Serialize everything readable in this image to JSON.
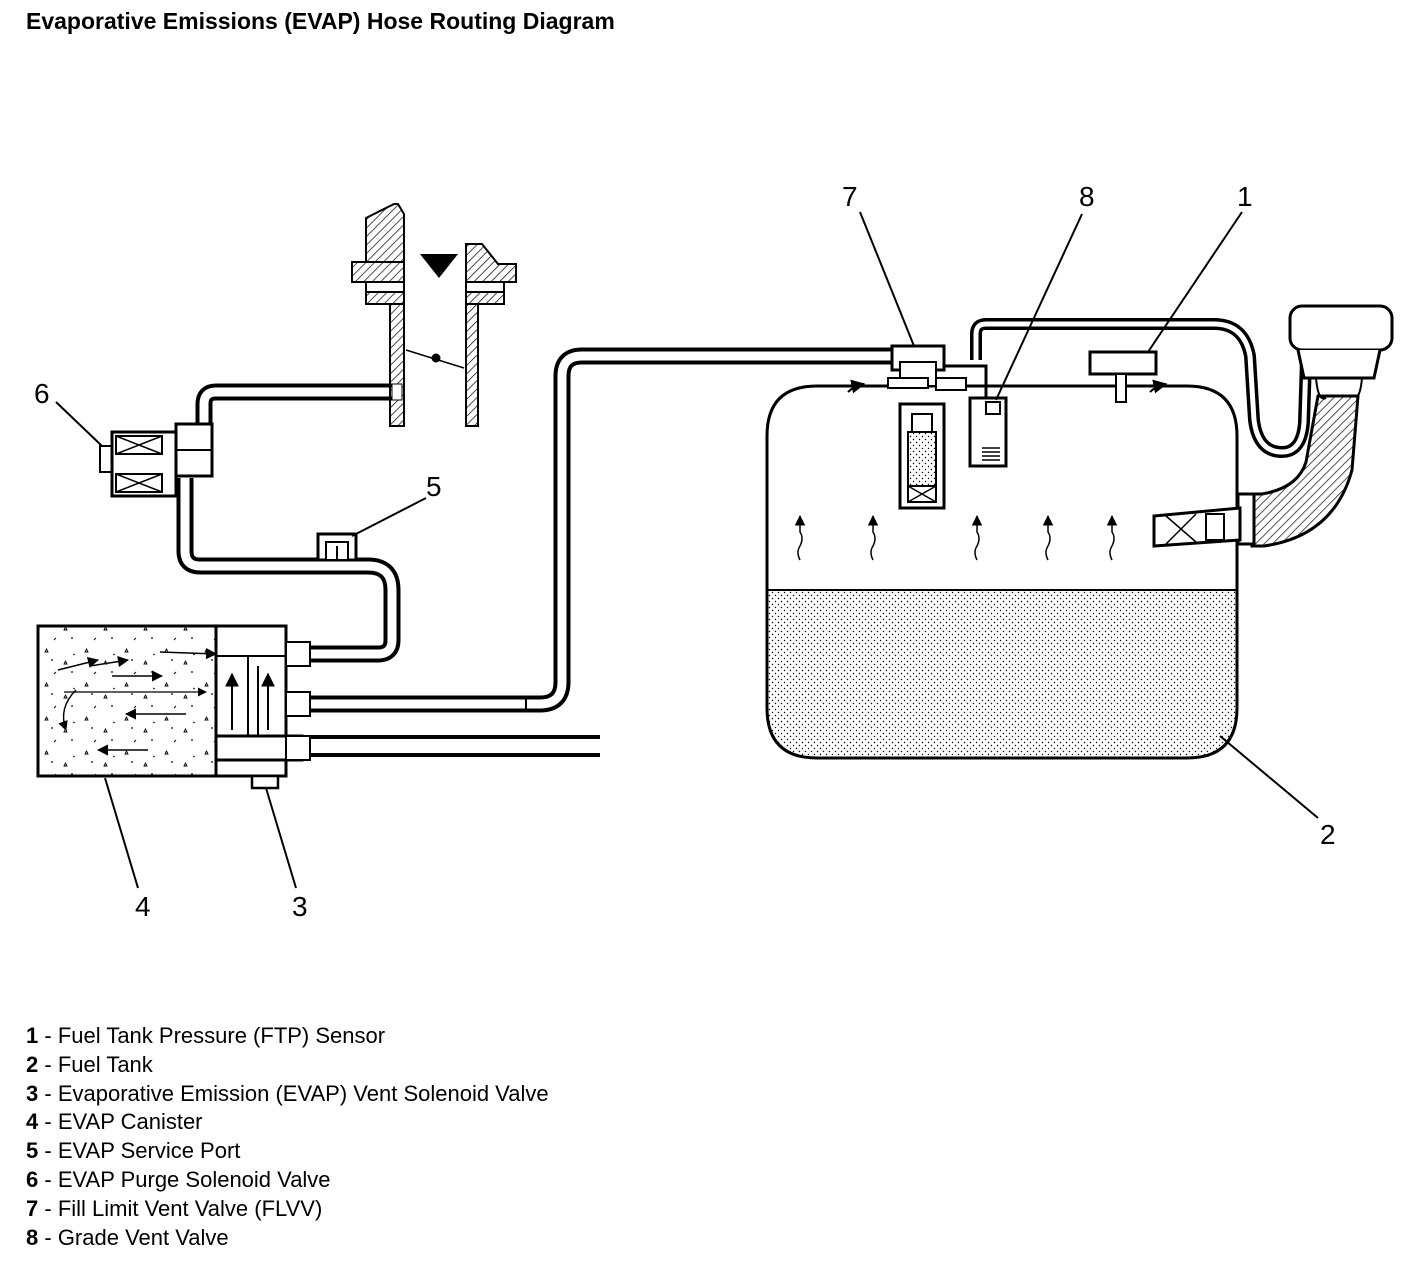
{
  "title": "Evaporative Emissions (EVAP) Hose Routing Diagram",
  "callouts": {
    "c1": "1",
    "c2": "2",
    "c3": "3",
    "c4": "4",
    "c5": "5",
    "c6": "6",
    "c7": "7",
    "c8": "8"
  },
  "legend": [
    {
      "num": "1",
      "sep": " - ",
      "label": "Fuel Tank Pressure (FTP) Sensor"
    },
    {
      "num": "2",
      "sep": " - ",
      "label": "Fuel Tank"
    },
    {
      "num": "3",
      "sep": " - ",
      "label": "Evaporative Emission (EVAP) Vent Solenoid Valve"
    },
    {
      "num": "4",
      "sep": " - ",
      "label": "EVAP Canister"
    },
    {
      "num": "5",
      "sep": " - ",
      "label": "EVAP Service Port"
    },
    {
      "num": "6",
      "sep": " - ",
      "label": "EVAP Purge Solenoid Valve"
    },
    {
      "num": "7",
      "sep": " - ",
      "label": "Fill Limit Vent Valve (FLVV)"
    },
    {
      "num": "8",
      "sep": " - ",
      "label": "Grade Vent Valve"
    }
  ]
}
